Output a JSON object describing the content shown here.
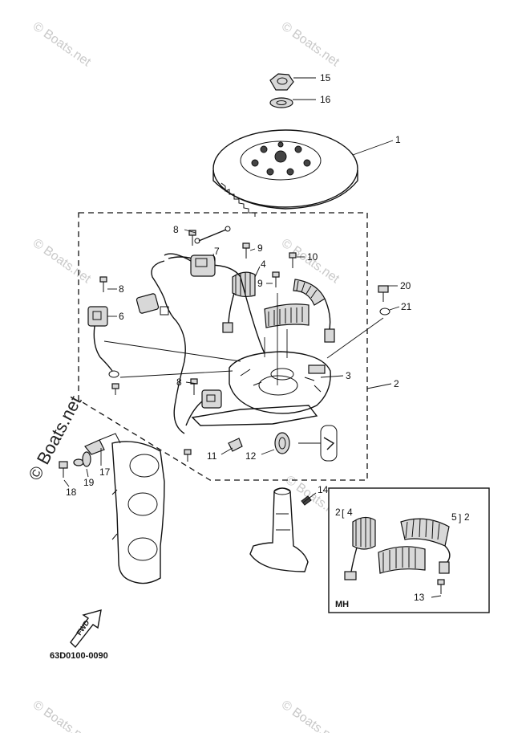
{
  "diagram": {
    "code": "63D0100-0090",
    "fwd_label": "FWD",
    "mh_label": "MH",
    "watermark": "© Boats.net",
    "inset_labels": {
      "left_num": "2",
      "left_ref": "4",
      "right_num": "5",
      "right_ref": "2"
    },
    "callouts": [
      {
        "id": "1",
        "text": "1"
      },
      {
        "id": "2",
        "text": "2"
      },
      {
        "id": "3",
        "text": "3"
      },
      {
        "id": "4",
        "text": "4"
      },
      {
        "id": "5",
        "text": "5"
      },
      {
        "id": "6",
        "text": "6"
      },
      {
        "id": "7",
        "text": "7"
      },
      {
        "id": "8a",
        "text": "8"
      },
      {
        "id": "8b",
        "text": "8"
      },
      {
        "id": "8c",
        "text": "8"
      },
      {
        "id": "9a",
        "text": "9"
      },
      {
        "id": "9b",
        "text": "9"
      },
      {
        "id": "10",
        "text": "10"
      },
      {
        "id": "11",
        "text": "11"
      },
      {
        "id": "12",
        "text": "12"
      },
      {
        "id": "13",
        "text": "13"
      },
      {
        "id": "14",
        "text": "14"
      },
      {
        "id": "15",
        "text": "15"
      },
      {
        "id": "16",
        "text": "16"
      },
      {
        "id": "17",
        "text": "17"
      },
      {
        "id": "18",
        "text": "18"
      },
      {
        "id": "19",
        "text": "19"
      },
      {
        "id": "20",
        "text": "20"
      },
      {
        "id": "21",
        "text": "21"
      }
    ]
  }
}
